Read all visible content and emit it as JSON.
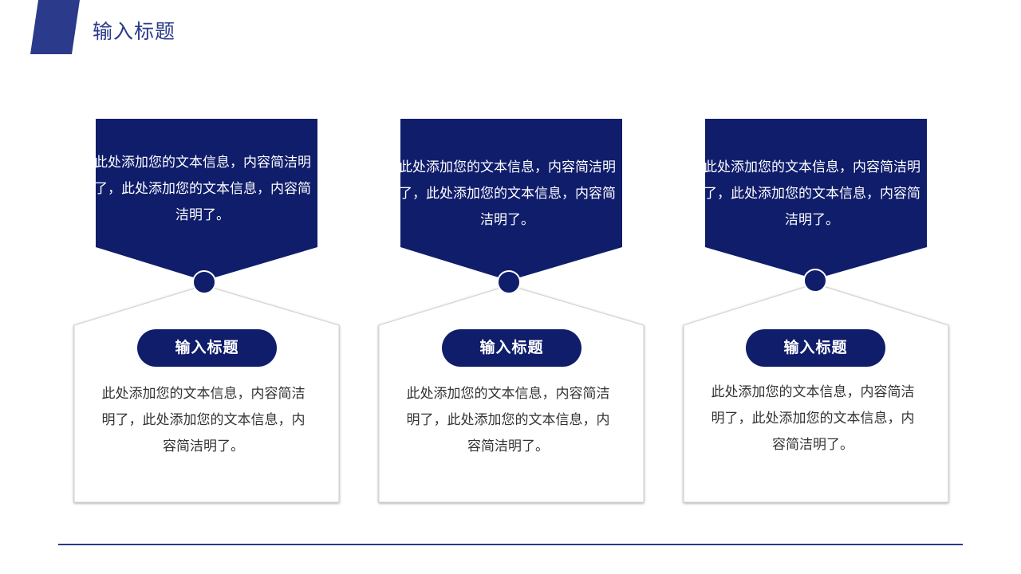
{
  "header": {
    "title": "输入标题"
  },
  "colors": {
    "primary": "#0f1d6b",
    "accent": "#2b3a8a",
    "text_dark": "#333333",
    "card_border": "#c8c8c8"
  },
  "columns": [
    {
      "top_text": "此处添加您的文本信息，内容简洁明了，此处添加您的文本信息，内容简洁明了。",
      "title": "输入标题",
      "body_text": "此处添加您的文本信息，内容简洁明了，此处添加您的文本信息，内容简洁明了。"
    },
    {
      "top_text": "此处添加您的文本信息，内容简洁明了，此处添加您的文本信息，内容简洁明了。",
      "title": "输入标题",
      "body_text": "此处添加您的文本信息，内容简洁明了，此处添加您的文本信息，内容简洁明了。"
    },
    {
      "top_text": "此处添加您的文本信息，内容简洁明了，此处添加您的文本信息，内容简洁明了。",
      "title": "输入标题",
      "body_text": "此处添加您的文本信息，内容简洁明了，此处添加您的文本信息，内容简洁明了。"
    }
  ]
}
